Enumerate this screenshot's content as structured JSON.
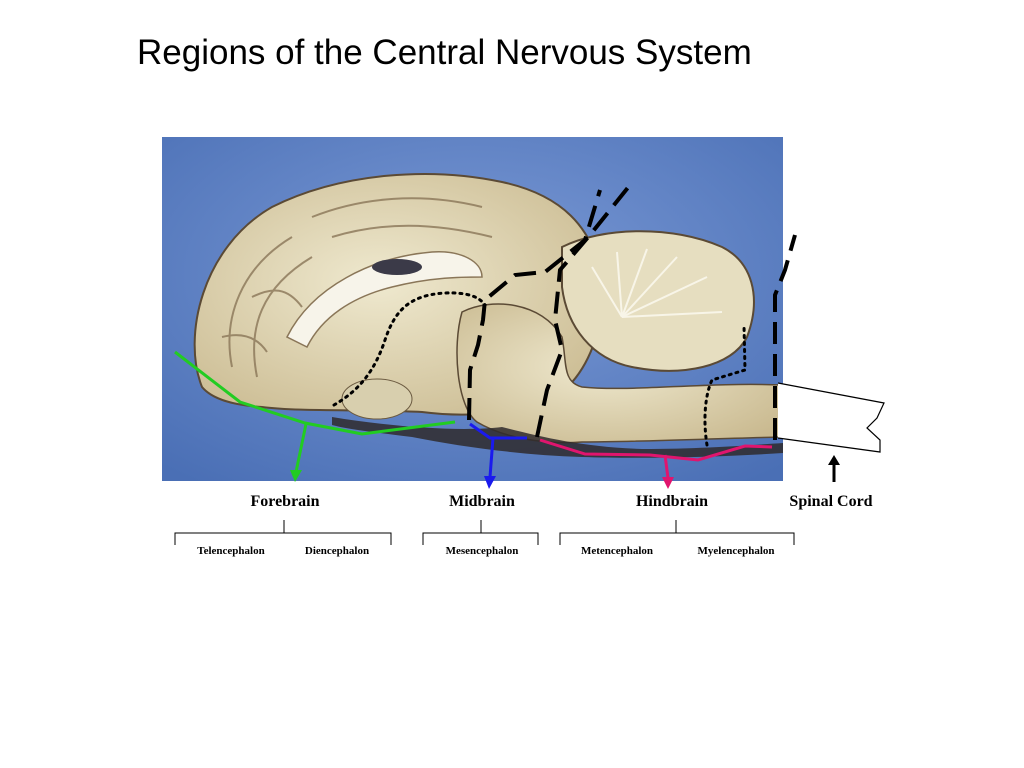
{
  "title": "Regions of the Central Nervous System",
  "regions": [
    {
      "name": "Forebrain",
      "color": "#22cc22",
      "subdivisions": [
        "Telencephalon",
        "Diencephalon"
      ]
    },
    {
      "name": "Midbrain",
      "color": "#1a1aee",
      "subdivisions": [
        "Mesencephalon"
      ]
    },
    {
      "name": "Hindbrain",
      "color": "#e0156e",
      "subdivisions": [
        "Metencephalon",
        "Myelencephalon"
      ]
    },
    {
      "name": "Spinal Cord",
      "color": "#000000",
      "subdivisions": []
    }
  ],
  "image": {
    "subject": "brain-sagittal-section-photo",
    "background_color": "#5a7fc2"
  }
}
